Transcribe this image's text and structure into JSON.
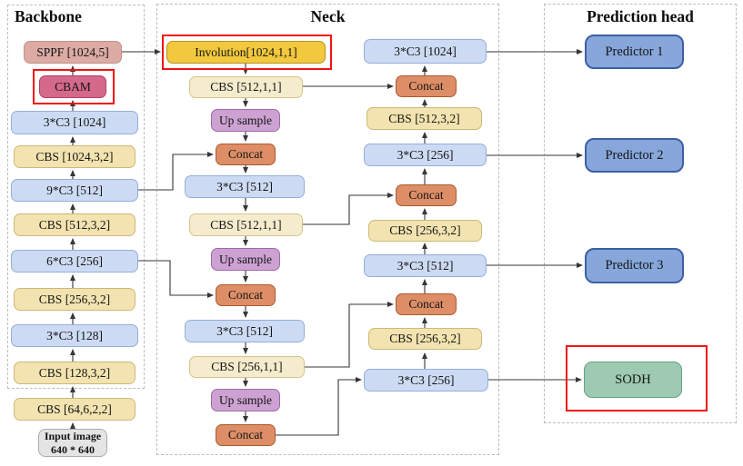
{
  "sections": {
    "backbone_title": "Backbone",
    "neck_title": "Neck",
    "head_title": "Prediction head"
  },
  "backbone": {
    "sppf": "SPPF [1024,5]",
    "cbam": "CBAM",
    "c3_1024": "3*C3 [1024]",
    "cbs_1024": "CBS [1024,3,2]",
    "c3_512": "9*C3 [512]",
    "cbs_512": "CBS [512,3,2]",
    "c3_256": "6*C3 [256]",
    "cbs_256": "CBS [256,3,2]",
    "c3_128": "3*C3 [128]",
    "cbs_128": "CBS [128,3,2]",
    "cbs_64": "CBS [64,6,2,2]",
    "input_line1": "Input image",
    "input_line2": "640 * 640"
  },
  "neck": {
    "involution": "Involution[1024,1,1]",
    "cbs_512_11_a": "CBS [512,1,1]",
    "upsample_a": "Up sample",
    "concat_a": "Concat",
    "c3_512_a": "3*C3 [512]",
    "cbs_512_11_b": "CBS [512,1,1]",
    "upsample_b": "Up sample",
    "concat_b": "Concat",
    "c3_512_b": "3*C3 [512]",
    "cbs_256_11": "CBS [256,1,1]",
    "upsample_c": "Up sample",
    "concat_c": "Concat",
    "c3_1024_r": "3*C3 [1024]",
    "concat_r1": "Concat",
    "cbs_512_32": "CBS [512,3,2]",
    "c3_256_r": "3*C3 [256]",
    "concat_r2": "Concat",
    "cbs_256_32_a": "CBS [256,3,2]",
    "c3_512_r": "3*C3 [512]",
    "concat_r3": "Concat",
    "cbs_256_32_b": "CBS [256,3,2]",
    "c3_256_rb": "3*C3 [256]"
  },
  "head": {
    "predictor1": "Predictor 1",
    "predictor2": "Predictor 2",
    "predictor3": "Predictor 3",
    "sodh": "SODH"
  },
  "palette": {
    "c3_blue": "#ccdbf3",
    "cbs_yellow": "#f2e3b0",
    "cbs_cream": "#f5eccd",
    "involution_gold": "#f2c83e",
    "upsample_purple": "#cda2d3",
    "concat_orange": "#dd8e67",
    "sppf_pink": "#dcaba4",
    "cbam_magenta": "#d5698c",
    "predictor_blue": "#87a7db",
    "sodh_green": "#9dcab0",
    "input_gray": "#e4e4e4",
    "highlight_red": "#f21313",
    "wire_dark": "#363636"
  }
}
